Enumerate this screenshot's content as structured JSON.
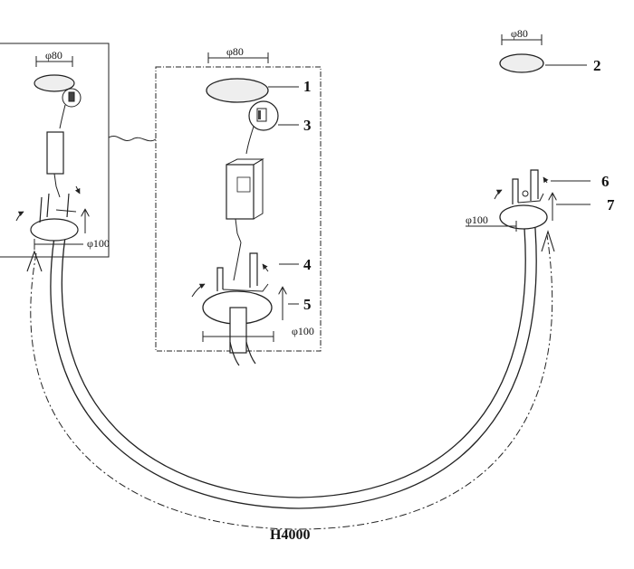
{
  "diagram": {
    "labels": {
      "dim_phi80_left": "φ80",
      "dim_phi80_center": "φ80",
      "dim_phi80_right": "φ80",
      "dim_phi100_left": "φ100",
      "dim_phi100_center": "φ100",
      "dim_phi100_right": "φ100",
      "part_1": "1",
      "part_2": "2",
      "part_3": "3",
      "part_4": "4",
      "part_5": "5",
      "part_6": "6",
      "part_7": "7",
      "height": "H4000"
    },
    "colors": {
      "stroke": "#222222",
      "text": "#111111",
      "cap_fill": "#eeeeee",
      "tube_fill": "#ffffff"
    }
  }
}
